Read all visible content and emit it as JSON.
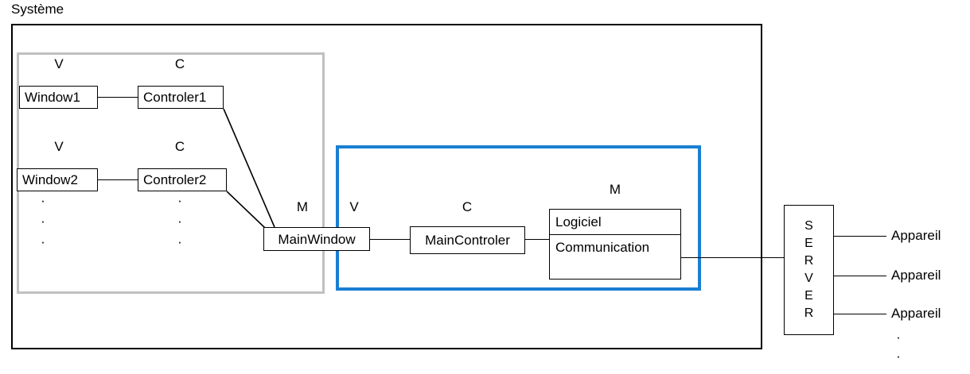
{
  "diagram": {
    "title": "Système",
    "outer_system_box": {
      "label": "Système"
    },
    "mvc_group_gray": {
      "border_color": "#c0c0c0",
      "nodes": [
        {
          "tag": "V",
          "label": "Window1"
        },
        {
          "tag": "C",
          "label": "Controler1"
        },
        {
          "tag": "V",
          "label": "Window2"
        },
        {
          "tag": "C",
          "label": "Controler2"
        }
      ],
      "ellipsis": [
        "·",
        "·",
        "·"
      ]
    },
    "main_window": {
      "tag": "M",
      "label": "MainWindow"
    },
    "mvc_group_blue": {
      "border_color": "#1a7fd2",
      "view": {
        "tag": "V",
        "label": "MainWindow"
      },
      "controller": {
        "tag": "C",
        "label": "MainControler"
      },
      "model": {
        "tag": "M",
        "compartments": [
          "Logiciel",
          "Communication"
        ]
      }
    },
    "server": {
      "label": "SERVER",
      "letters": [
        "S",
        "E",
        "R",
        "V",
        "E",
        "R"
      ]
    },
    "devices": {
      "items": [
        "Appareil",
        "Appareil",
        "Appareil"
      ],
      "ellipsis": [
        "·",
        "·"
      ]
    }
  }
}
